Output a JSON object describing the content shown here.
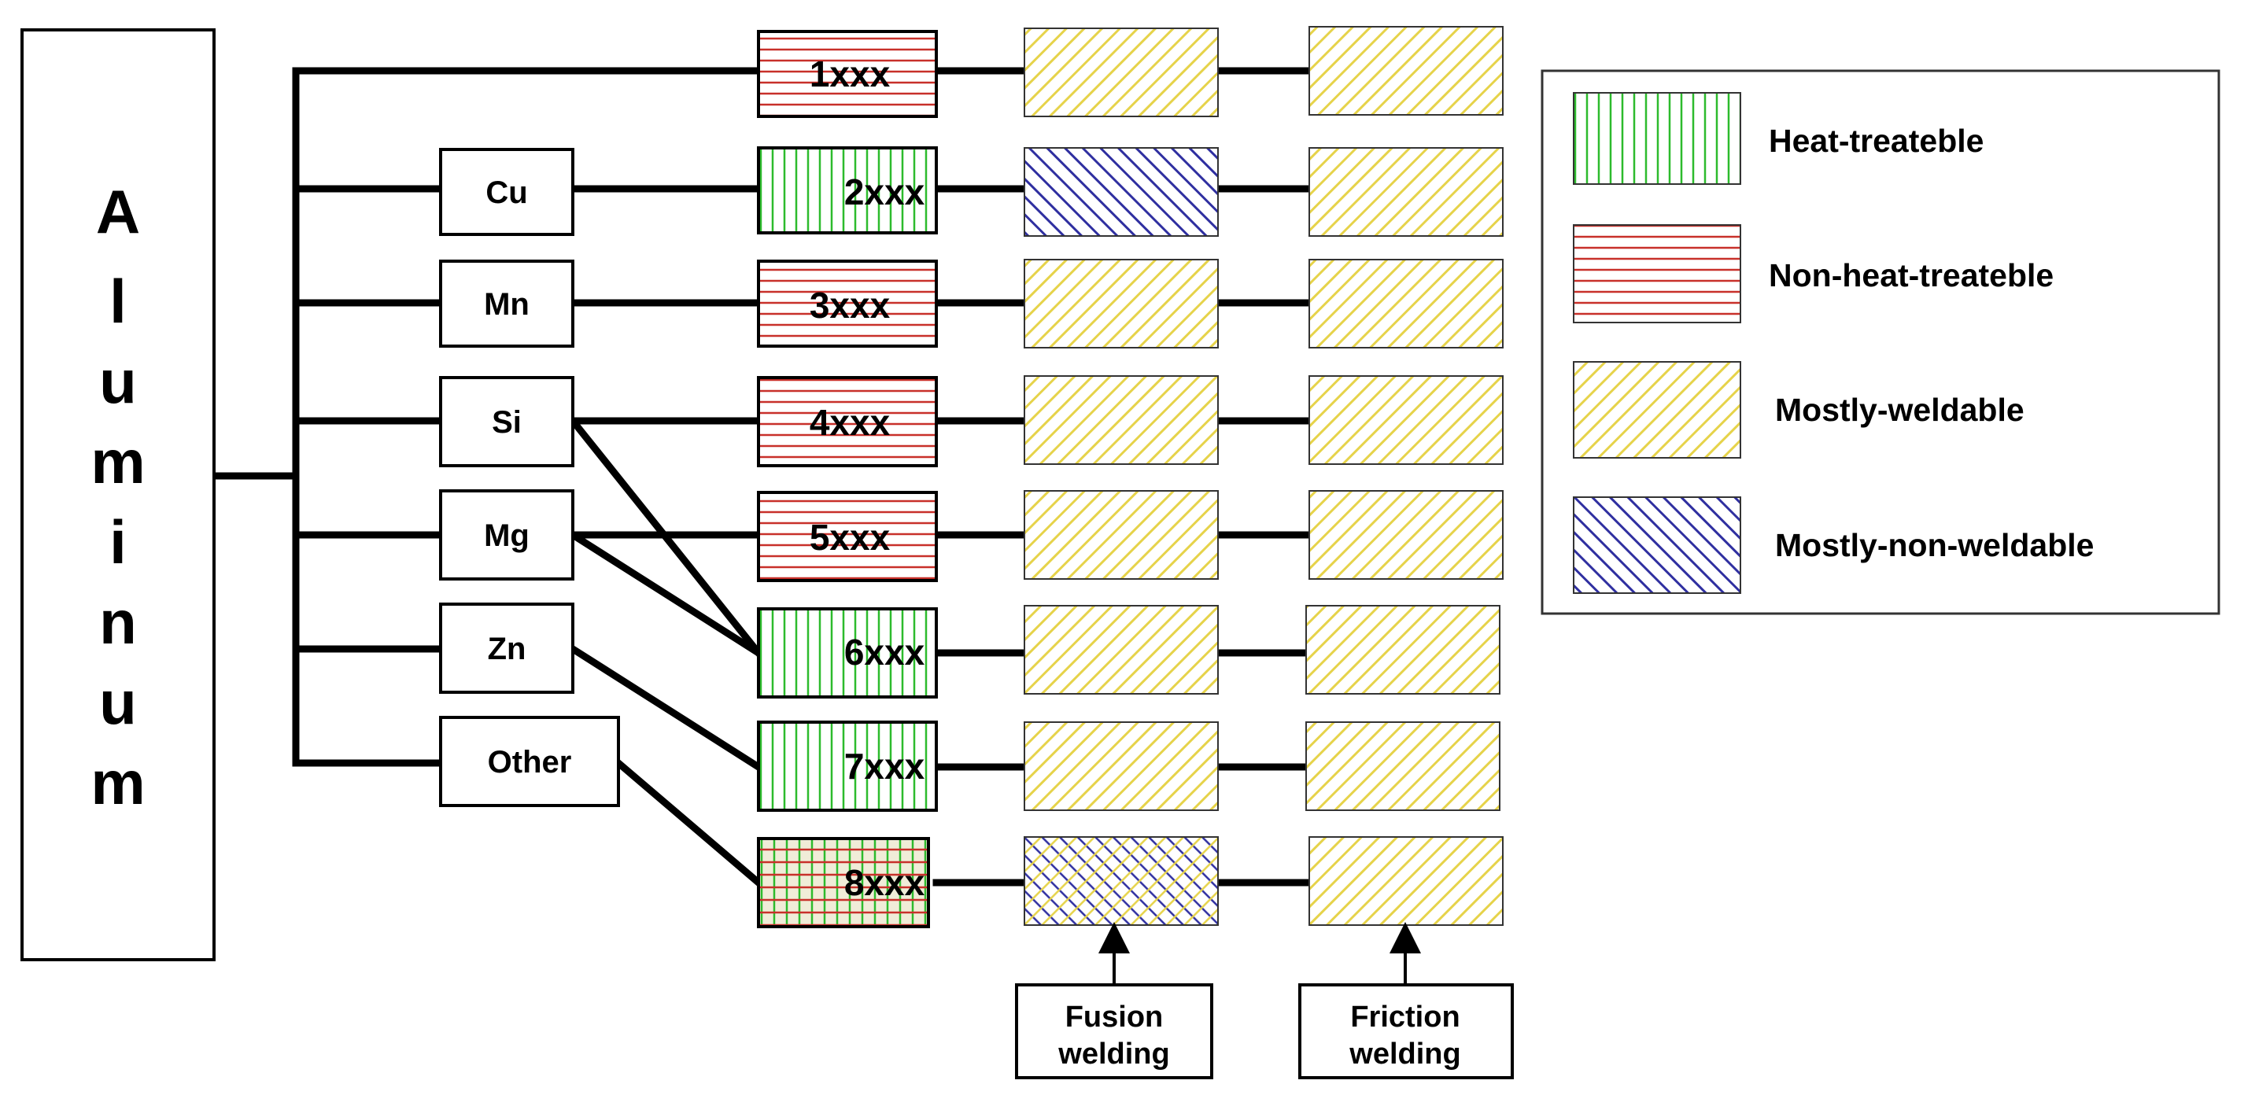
{
  "root": {
    "letters": [
      "A",
      "l",
      "u",
      "m",
      "i",
      "n",
      "u",
      "m"
    ]
  },
  "elements": [
    "Cu",
    "Mn",
    "Si",
    "Mg",
    "Zn",
    "Other"
  ],
  "series": [
    "1xxx",
    "2xxx",
    "3xxx",
    "4xxx",
    "5xxx",
    "6xxx",
    "7xxx",
    "8xxx"
  ],
  "legend": {
    "heat_treatable": "Heat-treateble",
    "non_heat_treatable": "Non-heat-treateble",
    "mostly_weldable": "Mostly-weldable",
    "mostly_non_weldable": "Mostly-non-weldable"
  },
  "methods": {
    "fusion": [
      "Fusion",
      "welding"
    ],
    "friction": [
      "Friction",
      "welding"
    ]
  },
  "colors": {
    "heat_treatable": "#2dbb2d",
    "non_heat_treatable": "#c8302a",
    "mostly_weldable": "#e6d34a",
    "mostly_non_weldable": "#2f2fa0"
  },
  "series_treatment": [
    "non-heat-treatable",
    "heat-treatable",
    "non-heat-treatable",
    "non-heat-treatable",
    "non-heat-treatable",
    "heat-treatable",
    "heat-treatable",
    "mixed"
  ],
  "fusion_weldability": [
    "mostly-weldable",
    "mostly-non-weldable",
    "mostly-weldable",
    "mostly-weldable",
    "mostly-weldable",
    "mostly-weldable",
    "mostly-weldable",
    "mixed"
  ],
  "friction_weldability": [
    "mostly-weldable",
    "mostly-weldable",
    "mostly-weldable",
    "mostly-weldable",
    "mostly-weldable",
    "mostly-weldable",
    "mostly-weldable",
    "mostly-weldable"
  ]
}
